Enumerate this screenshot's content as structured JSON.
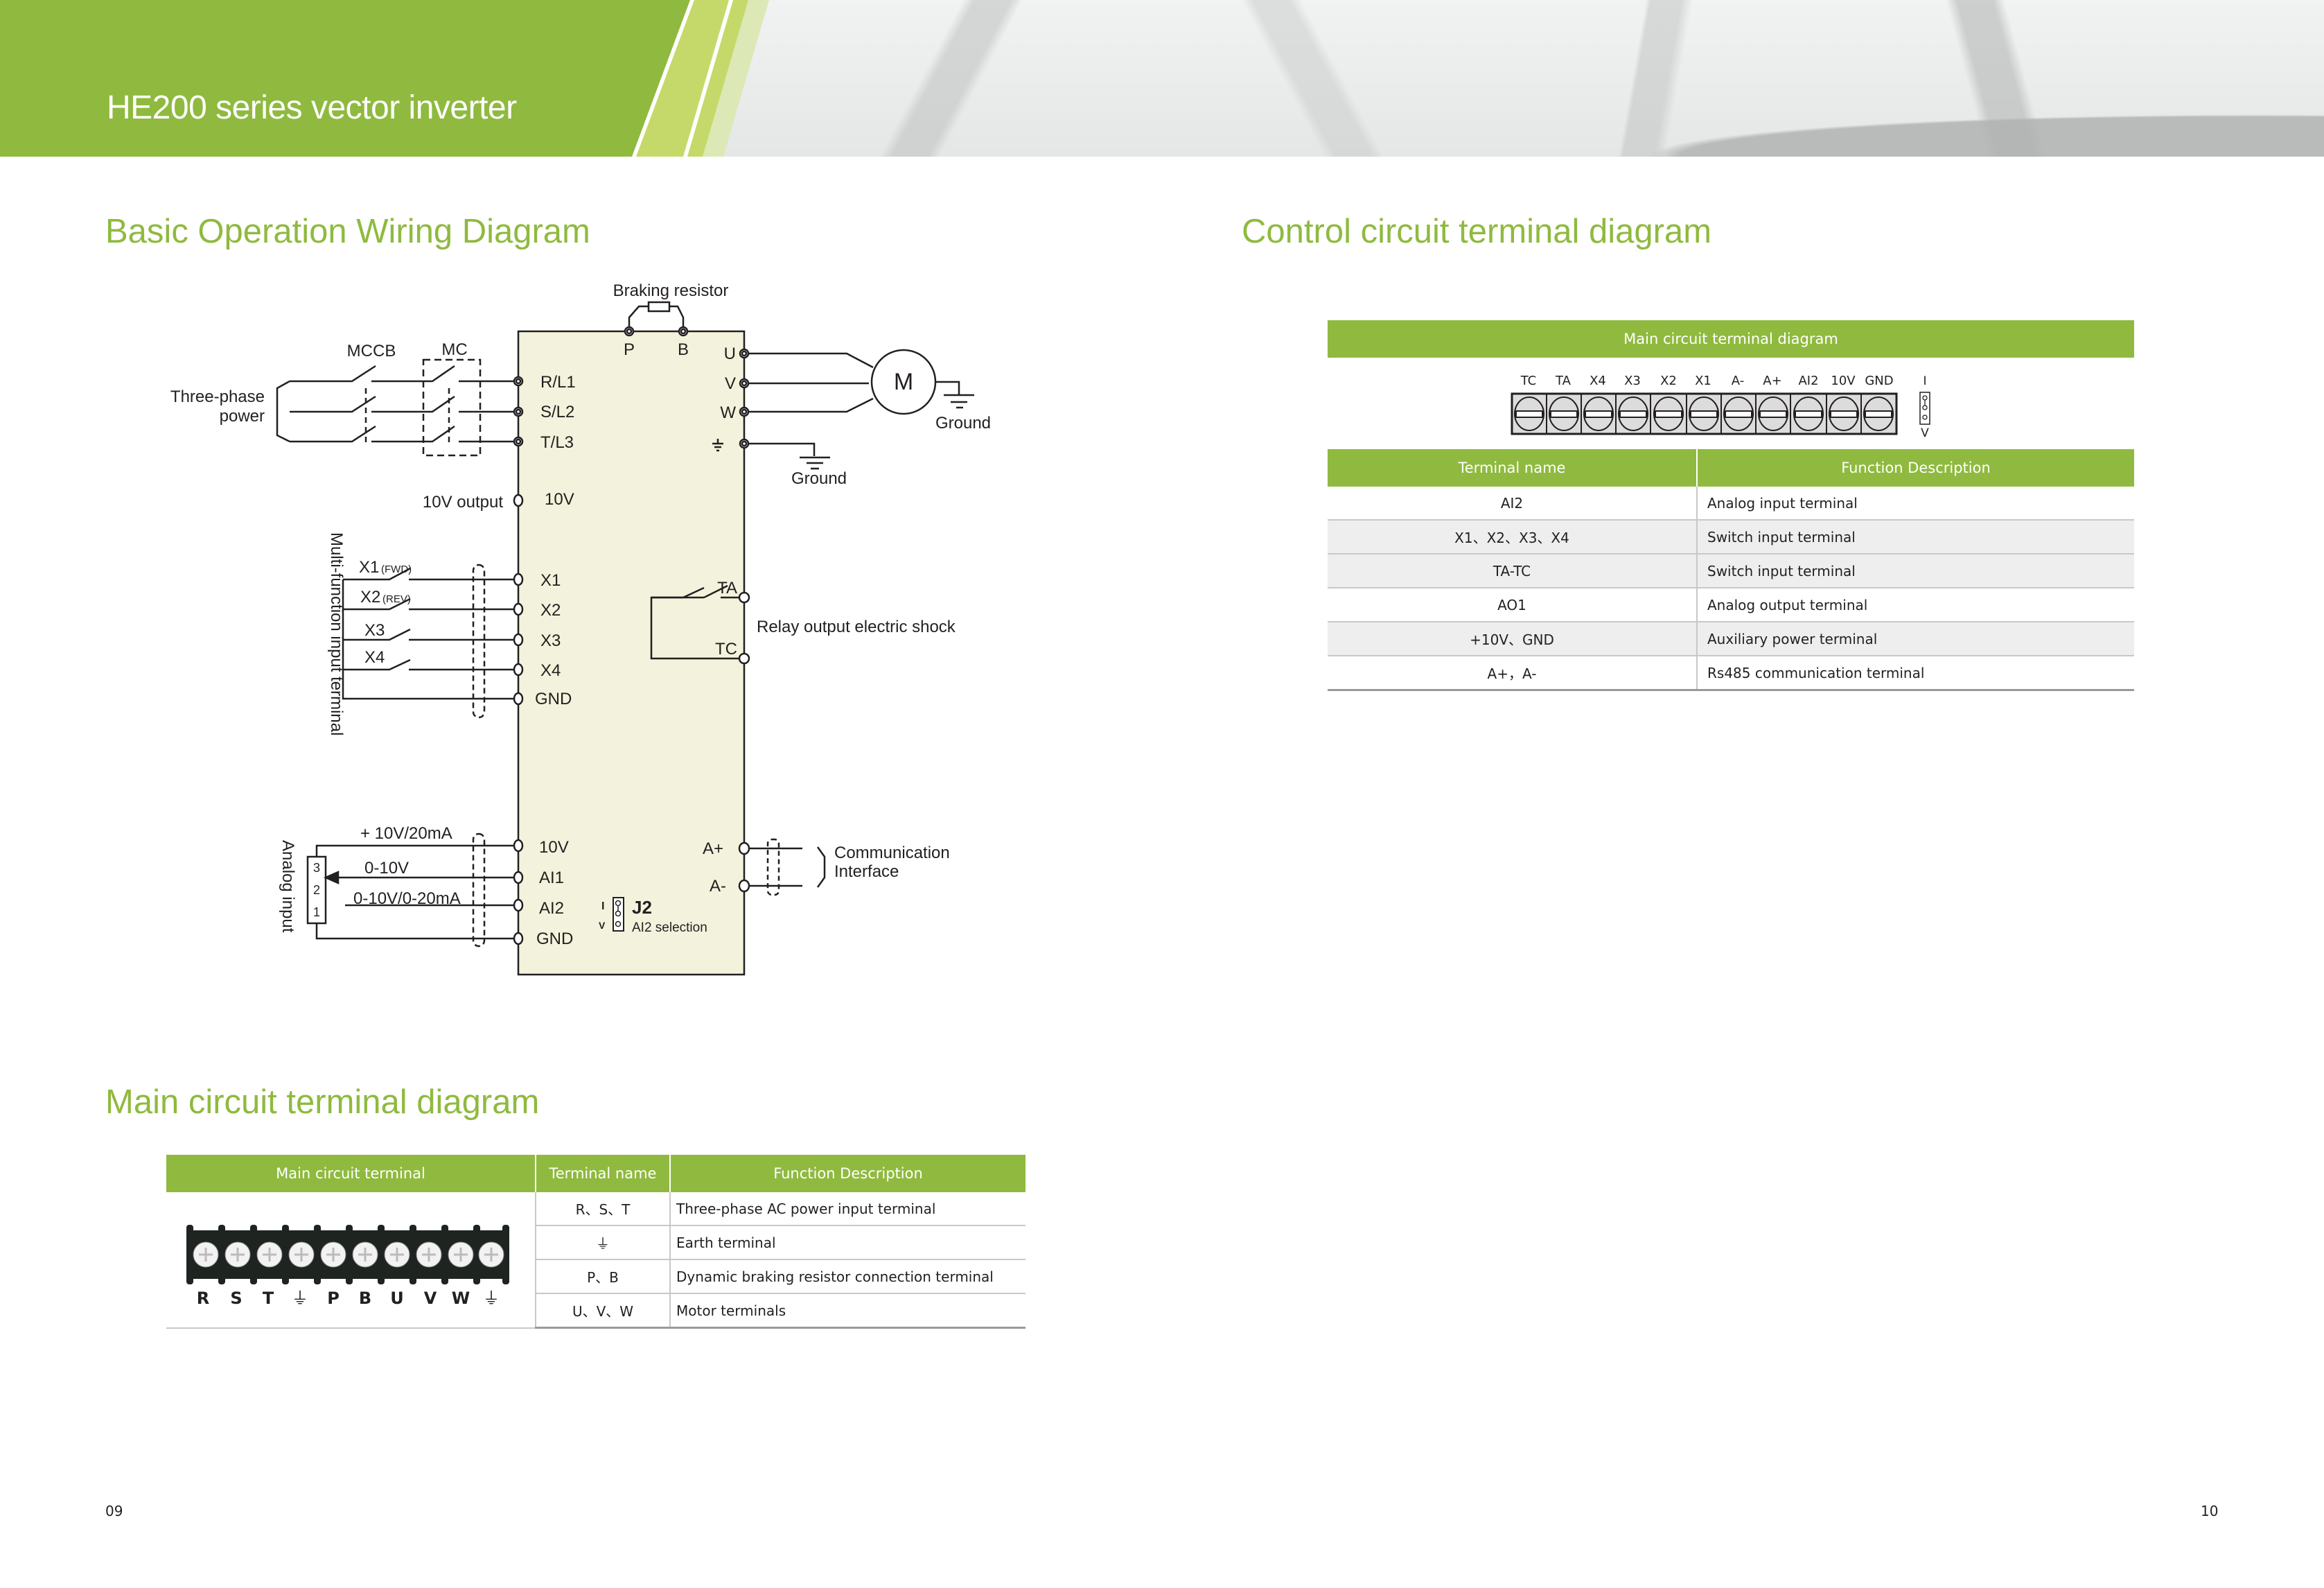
{
  "header": {
    "title": "HE200 series vector inverter",
    "accent_color": "#8fba3f"
  },
  "left_page": {
    "wiring_section": {
      "title": "Basic Operation Wiring Diagram",
      "labels": {
        "braking_resistor": "Braking resistor",
        "mccb": "MCCB",
        "mc": "MC",
        "three_phase_1": "Three-phase",
        "three_phase_2": "power",
        "p": "P",
        "b": "B",
        "u": "U",
        "v": "V",
        "w": "W",
        "rl1": "R/L1",
        "sl2": "S/L2",
        "tl3": "T/L3",
        "motor": "M",
        "ground_motor": "Ground",
        "ground_inverter": "Ground",
        "out_10v_label": "10V output",
        "out_10v": "10V",
        "multi_function": "Multi-function input terminal",
        "x1_fwd": "X1",
        "fwd": "(FWD)",
        "x2_rev": "X2",
        "rev": "(REV)",
        "x3_in": "X3",
        "x4_in": "X4",
        "x1": "X1",
        "x2": "X2",
        "x3": "X3",
        "x4": "X4",
        "gnd1": "GND",
        "ta": "TA",
        "tc": "TC",
        "relay": "Relay output electric shock",
        "analog_input": "Analog input",
        "pot_3": "3",
        "pot_2": "2",
        "pot_1": "1",
        "sig_10v20ma": "+ 10V/20mA",
        "sig_0_10v": "0-10V",
        "sig_0_10v_0_20ma": "0-10V/0-20mA",
        "a_10v": "10V",
        "ai1": "AI1",
        "ai2": "AI2",
        "gnd2": "GND",
        "j2_i": "I",
        "j2_v": "V",
        "j2": "J2",
        "ai2_selection": "AI2 selection",
        "a_plus": "A+",
        "a_minus": "A-",
        "comm_1": "Communication",
        "comm_2": "Interface"
      }
    },
    "main_circuit_section": {
      "title": "Main circuit terminal diagram",
      "headers": [
        "Main circuit terminal",
        "Terminal name",
        "Function Description"
      ],
      "terminal_block_labels": [
        "R",
        "S",
        "T",
        "⏚",
        "P",
        "B",
        "U",
        "V",
        "W",
        "⏚"
      ],
      "rows": [
        {
          "name": "R、S、T",
          "desc": "Three-phase AC power input terminal"
        },
        {
          "name": "⏚",
          "desc": "Earth terminal"
        },
        {
          "name": "P、B",
          "desc": "Dynamic braking resistor connection terminal"
        },
        {
          "name": "U、V、W",
          "desc": "Motor terminals"
        }
      ]
    },
    "page_number": "09"
  },
  "right_page": {
    "control_section": {
      "title": "Control circuit terminal diagram",
      "bar_title": "Main circuit terminal diagram",
      "terminal_labels": [
        "TC",
        "TA",
        "X4",
        "X3",
        "X2",
        "X1",
        "A-",
        "A+",
        "AI2",
        "10V",
        "GND"
      ],
      "jumper_top": "I",
      "jumper_bottom": "V",
      "headers": [
        "Terminal name",
        "Function Description"
      ],
      "rows": [
        {
          "name": "AI2",
          "desc": "Analog input terminal"
        },
        {
          "name": "X1、X2、X3、X4",
          "desc": "Switch input terminal"
        },
        {
          "name": "TA-TC",
          "desc": "Switch input terminal"
        },
        {
          "name": "AO1",
          "desc": "Analog output terminal"
        },
        {
          "name": "+10V、GND",
          "desc": "Auxiliary power terminal"
        },
        {
          "name": "A+，A-",
          "desc": "Rs485 communication terminal"
        }
      ]
    },
    "page_number": "10"
  }
}
